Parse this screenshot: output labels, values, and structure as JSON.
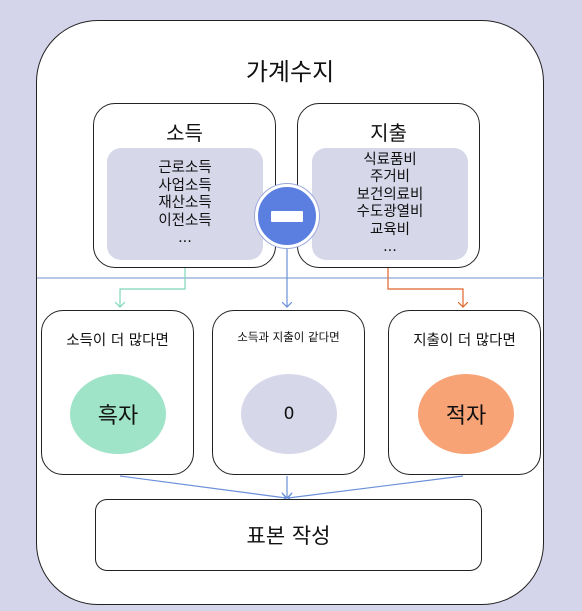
{
  "title": "가계수지",
  "income": {
    "heading": "소득",
    "items": [
      "근로소득",
      "사업소득",
      "재산소득",
      "이전소득",
      "..."
    ]
  },
  "expense": {
    "heading": "지출",
    "items": [
      "식료품비",
      "주거비",
      "보건의료비",
      "수도광열비",
      "교육비",
      "..."
    ]
  },
  "operator_icon": "minus-icon",
  "outcomes": [
    {
      "label": "소득이 더 많다면",
      "result": "흑자",
      "color": "#9fe3c8"
    },
    {
      "label": "소득과 지출이 같다면",
      "result": "0",
      "color": "#d7d7ea"
    },
    {
      "label": "지출이 더 많다면",
      "result": "적자",
      "color": "#f8a376"
    }
  ],
  "final": "표본 작성",
  "colors": {
    "background": "#d4d4ea",
    "divider": "#6d8fcf",
    "arrow_left": "#7fd8b6",
    "arrow_center": "#6a8fd8",
    "arrow_right": "#e0652b"
  }
}
